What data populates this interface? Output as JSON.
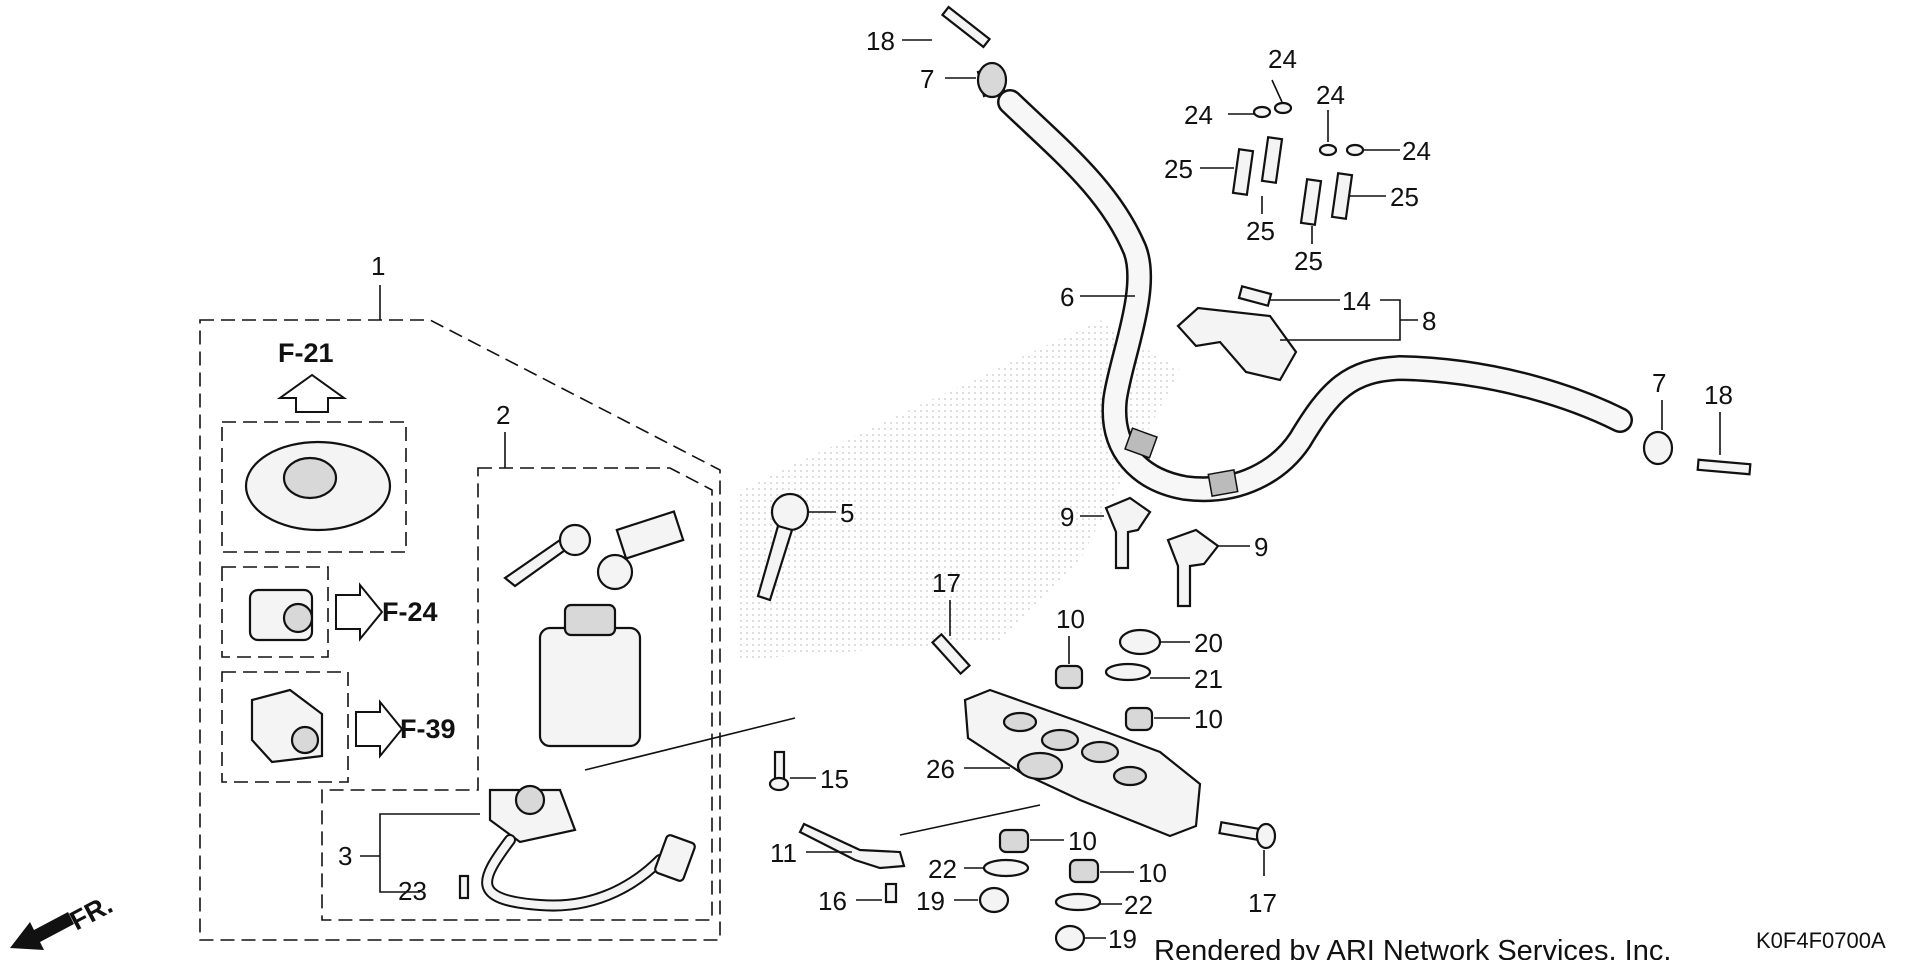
{
  "diagram": {
    "callouts": {
      "c1": "1",
      "c2": "2",
      "c3": "3",
      "c5": "5",
      "c6": "6",
      "c7a": "7",
      "c7b": "7",
      "c8": "8",
      "c9a": "9",
      "c9b": "9",
      "c10a": "10",
      "c10b": "10",
      "c10c": "10",
      "c10d": "10",
      "c11": "11",
      "c14": "14",
      "c15": "15",
      "c16": "16",
      "c17a": "17",
      "c17b": "17",
      "c18a": "18",
      "c18b": "18",
      "c19a": "19",
      "c19b": "19",
      "c20": "20",
      "c21": "21",
      "c22a": "22",
      "c22b": "22",
      "c23": "23",
      "c24a": "24",
      "c24b": "24",
      "c24c": "24",
      "c24d": "24",
      "c25a": "25",
      "c25b": "25",
      "c25c": "25",
      "c25d": "25",
      "c26": "26"
    },
    "refs": {
      "f21": "F-21",
      "f24": "F-24",
      "f39": "F-39"
    },
    "direction_label": "FR.",
    "footer_text": "Rendered by ARI Network Services, Inc.",
    "diagram_code": "K0F4F0700A"
  }
}
